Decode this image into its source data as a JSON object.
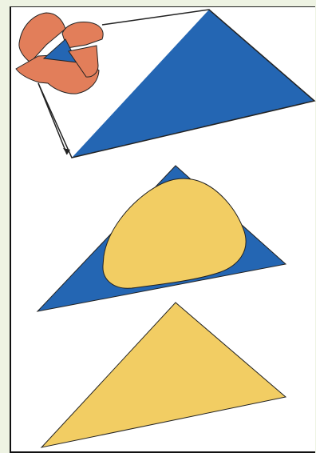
{
  "colors": {
    "background": "#eef3e3",
    "panel": "#ffffff",
    "blue": "#2466b3",
    "yellow": "#f2cd63",
    "orange": "#e27e5a",
    "outline": "#222222"
  },
  "diagram": {
    "panels": [
      "folded-corners-onto-triangle",
      "triangle-with-inscribed-rounded-region",
      "yellow-triangle"
    ]
  }
}
